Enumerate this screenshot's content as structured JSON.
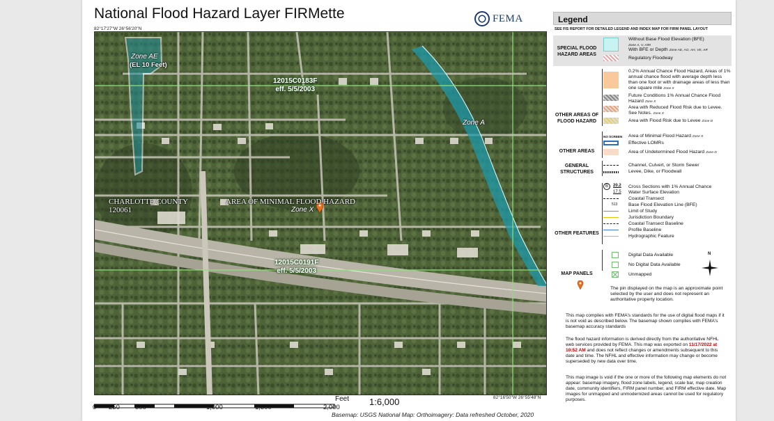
{
  "header": {
    "title": "National Flood Hazard Layer FIRMette",
    "agency": "FEMA",
    "coord_top_left": "82°17'27\"W 26°56'20\"N",
    "coord_bottom_right": "82°16'50\"W 26°55'48\"N"
  },
  "map": {
    "labels": {
      "zone_ae": "Zone AE",
      "elevation": "(EL 10 Feet)",
      "panel_top_id": "12015C0183F",
      "panel_top_eff": "eff. 5/5/2003",
      "zone_a": "Zone A",
      "county_name": "CHARLOTTE COUNTY",
      "county_code": "120061",
      "minimal_hazard": "AREA OF MINIMAL FLOOD HAZARD",
      "zone_x": "Zone X",
      "panel_bottom_id": "12015C0191F",
      "panel_bottom_eff": "eff. 5/5/2003"
    },
    "colors": {
      "floodway": "#1d9aa8",
      "panel_line": "#8fe07a",
      "road": "#d8d6cf"
    }
  },
  "scale": {
    "unit": "Feet",
    "ratio": "1:6,000",
    "ticks": [
      "0",
      "250",
      "500",
      "1,000",
      "1,500",
      "2,000"
    ],
    "credit": "Basemap: USGS National Map: Orthoimagery: Data refreshed October, 2020"
  },
  "legend": {
    "title": "Legend",
    "subtitle": "SEE FIS REPORT FOR DETAILED LEGEND AND INDEX MAP FOR FIRM PANEL LAYOUT",
    "special_flood": {
      "category": "SPECIAL FLOOD HAZARD AREAS",
      "without_bfe": "Without Base Flood Elevation (BFE)",
      "without_bfe_zones": "Zone A, V, A99",
      "with_bfe": "With BFE or Depth",
      "with_bfe_zones": "Zone AE, AO, AH, VE, AR",
      "floodway": "Regulatory Floodway"
    },
    "other_areas_flood": {
      "category": "OTHER AREAS OF FLOOD HAZARD",
      "annual_02": "0.2% Annual Chance Flood Hazard, Areas of 1% annual chance flood with average depth less than one foot or with drainage areas of less than one square mile",
      "annual_02_zone": "Zone X",
      "future": "Future Conditions 1% Annual Chance Flood Hazard",
      "future_zone": "Zone X",
      "reduced": "Area with Reduced Flood Risk due to Levee. See Notes.",
      "reduced_zone": "Zone X",
      "levee": "Area with Flood Risk due to Levee",
      "levee_zone": "Zone D"
    },
    "other_areas": {
      "category": "OTHER AREAS",
      "no_screen": "NO SCREEN",
      "minimal": "Area of Minimal Flood Hazard",
      "minimal_zone": "Zone X",
      "lomr": "Effective LOMRs",
      "undetermined": "Area of Undetermined Flood Hazard",
      "undetermined_zone": "Zone D"
    },
    "general_structures": {
      "category": "GENERAL STRUCTURES",
      "channel": "Channel, Culvert, or Storm Sewer",
      "levee": "Levee, Dike, or Floodwall"
    },
    "other_features": {
      "category": "OTHER FEATURES",
      "cross_marker": "B",
      "cross_value": "20.2",
      "water_value": "17.5",
      "bfe_value": "513",
      "cross_sections": "Cross Sections with 1% Annual Chance",
      "water_surface": "Water Surface Elevation",
      "coastal": "Coastal Transect",
      "bfe_line": "Base Flood Elevation Line (BFE)",
      "limit": "Limit of Study",
      "jurisdiction": "Jurisdiction Boundary",
      "coastal_baseline": "Coastal Transect Baseline",
      "profile": "Profile Baseline",
      "hydrographic": "Hydrographic Feature"
    },
    "map_panels": {
      "category": "MAP PANELS",
      "digital": "Digital Data Available",
      "no_digital": "No Digital Data Available",
      "unmapped": "Unmapped",
      "north": "N"
    },
    "pin_note": "The pin displayed on the map is an approximate point selected by the user and does not represent an authoritative property location.",
    "notes": {
      "p1": "This map complies with FEMA's standards for the use of digital flood maps if it is not void as described below. The basemap shown complies with FEMA's basemap accuracy standards",
      "p2_a": "The flood hazard information is derived directly from the authoritative NFHL web services provided by FEMA. This map was exported on",
      "p2_date": "11/17/2022 at 10:52 AM",
      "p2_b": "and does not reflect changes or amendments subsequent to this date and time. The NFHL and effective information may change or become superseded by new data over time.",
      "p3": "This map image is void if the one or more of the following map elements do not appear: basemap imagery, flood zone labels, legend, scale bar, map creation date, community identifiers, FIRM panel number, and FIRM effective date. Map images for unmapped and unmodernized areas cannot be used for regulatory purposes."
    },
    "colors": {
      "zone_a_fill": "#c8f3f3",
      "shaded_x": "#f9c89b",
      "undetermined": "#f8dcc8",
      "lomr_border": "#2a70b8",
      "pin": "#e8701e"
    }
  }
}
